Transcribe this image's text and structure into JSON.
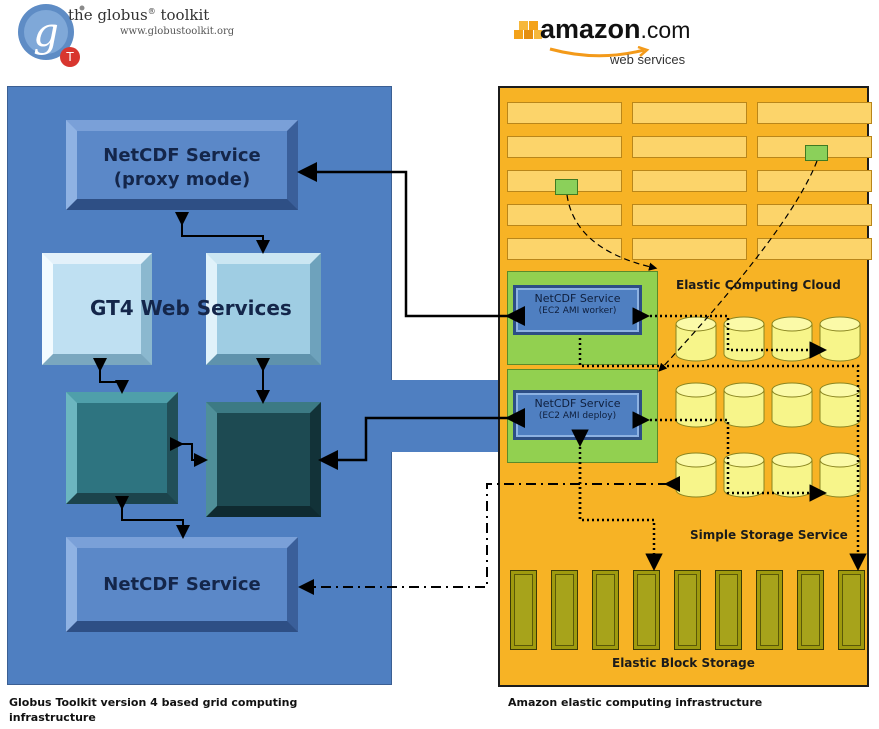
{
  "globus_logo": {
    "name": "the globus",
    "trademark": "®",
    "suffix": " toolkit",
    "url": "www.globustoolkit.org",
    "badge": "T"
  },
  "amazon_logo": {
    "brand": "amazon",
    "dotcom": ".com",
    "sub": "web services"
  },
  "grid": {
    "proxy_service_line1": "NetCDF Service",
    "proxy_service_line2": "(proxy mode)",
    "web_services": "GT4 Web Services",
    "netcdf_service": "NetCDF Service",
    "caption_line1": "Globus Toolkit version 4 based grid computing",
    "caption_line2": "infrastructure"
  },
  "aws": {
    "ec2_label": "Elastic Computing Cloud",
    "worker_line1": "NetCDF Service",
    "worker_line2": "(EC2 AMI worker)",
    "deploy_line1": "NetCDF Service",
    "deploy_line2": "(EC2 AMI deploy)",
    "s3_label": "Simple Storage Service",
    "ebs_label": "Elastic Block Storage",
    "caption": "Amazon elastic computing infrastructure"
  },
  "colors": {
    "grid_bg": "#4f7fc1",
    "aws_bg": "#f7b325",
    "cylinder": "#f7f58a",
    "ebs": "#9f9a0e",
    "ec2_frame": "#92d050"
  }
}
